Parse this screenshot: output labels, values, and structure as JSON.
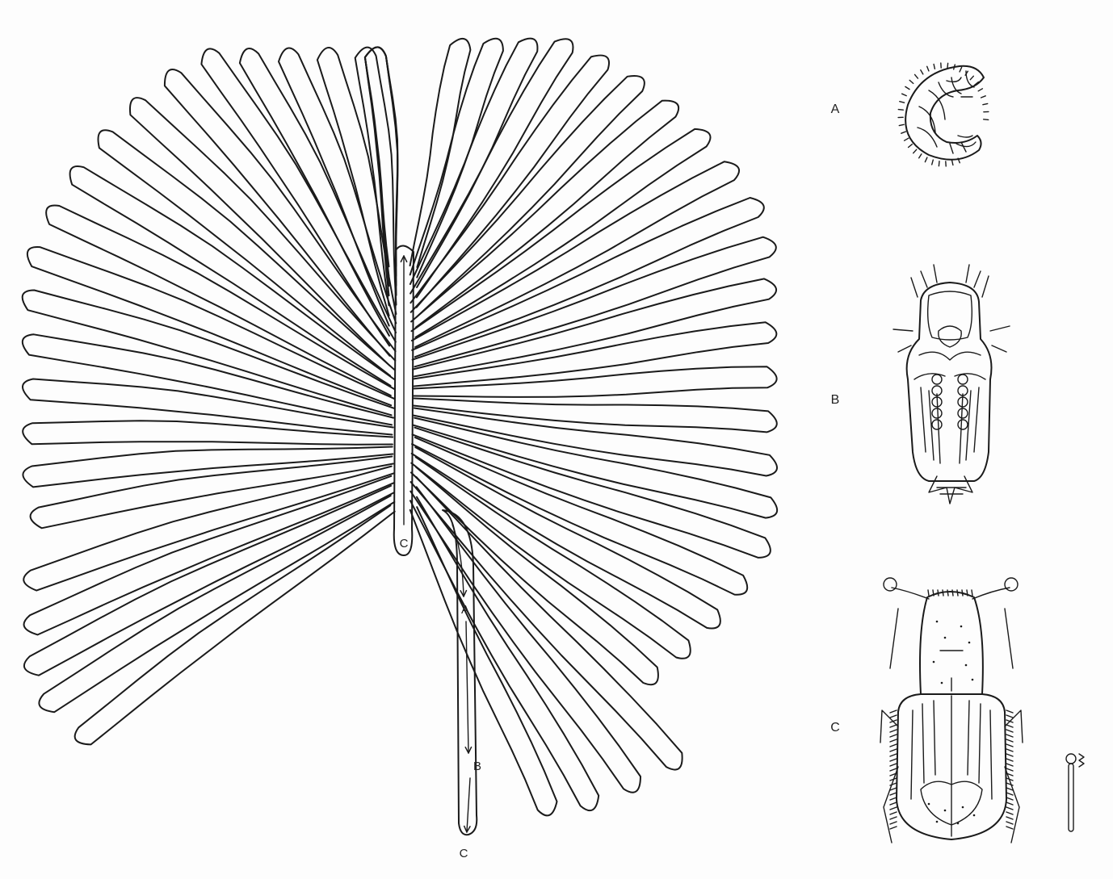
{
  "gallery": {
    "start_label": "C",
    "path_label_a": "A",
    "path_label_b": "B",
    "end_label": "C"
  },
  "stages": [
    {
      "label": "A",
      "icon": "larva-icon"
    },
    {
      "label": "B",
      "icon": "pupa-icon"
    },
    {
      "label": "C",
      "icon": "adult-beetle-icon"
    }
  ],
  "scale_icon": "scale-bar-icon"
}
